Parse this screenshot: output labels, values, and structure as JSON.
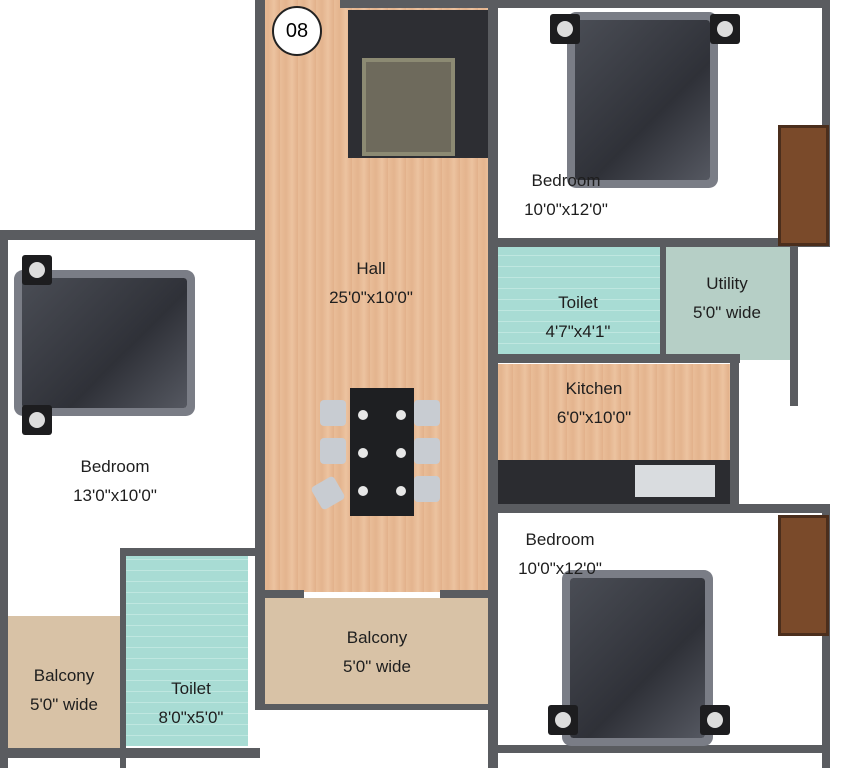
{
  "unit_number": "08",
  "rooms": {
    "bedroom_top_right": {
      "name": "Bedroom",
      "size": "10'0\"x12'0\""
    },
    "hall": {
      "name": "Hall",
      "size": "25'0\"x10'0\""
    },
    "toilet_top": {
      "name": "Toilet",
      "size": "4'7\"x4'1\""
    },
    "utility": {
      "name": "Utility",
      "size": "5'0\" wide"
    },
    "kitchen": {
      "name": "Kitchen",
      "size": "6'0\"x10'0\""
    },
    "bedroom_left": {
      "name": "Bedroom",
      "size": "13'0\"x10'0\""
    },
    "bedroom_bottom_right": {
      "name": "Bedroom",
      "size": "10'0\"x12'0\""
    },
    "balcony_middle": {
      "name": "Balcony",
      "size": "5'0\" wide"
    },
    "balcony_left": {
      "name": "Balcony",
      "size": "5'0\" wide"
    },
    "toilet_left": {
      "name": "Toilet",
      "size": "8'0\"x5'0\""
    }
  },
  "colors": {
    "wall": "#5a5c60",
    "wood": "#e9bd98",
    "tile": "#a8dcd4",
    "balcony": "#d8c2a6"
  }
}
